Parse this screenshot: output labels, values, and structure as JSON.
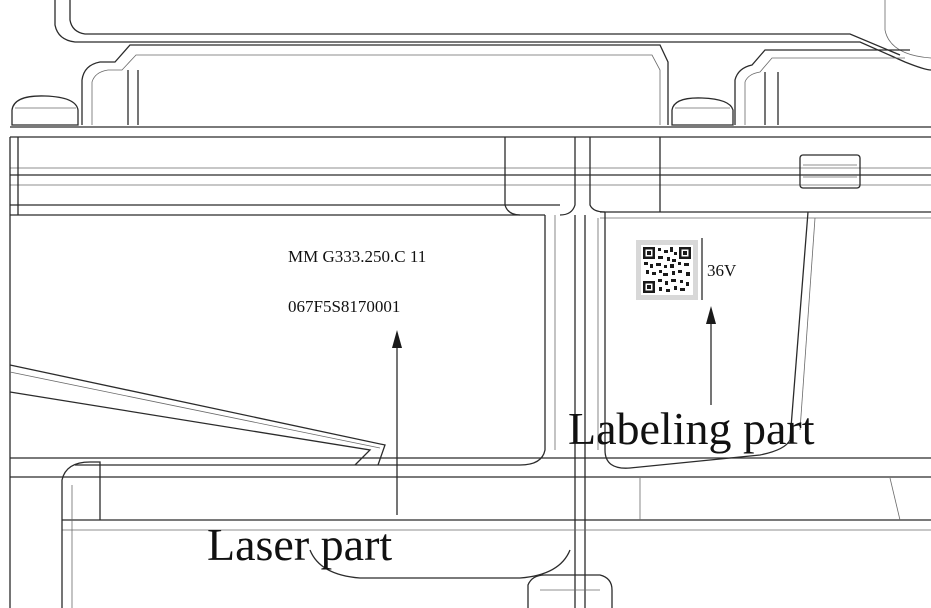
{
  "laser_marking": {
    "line1": "MM G333.250.C 11",
    "line2": "067F5S8170001"
  },
  "label_text": "36V",
  "callouts": {
    "laser": "Laser part",
    "labeling": "Labeling part"
  }
}
